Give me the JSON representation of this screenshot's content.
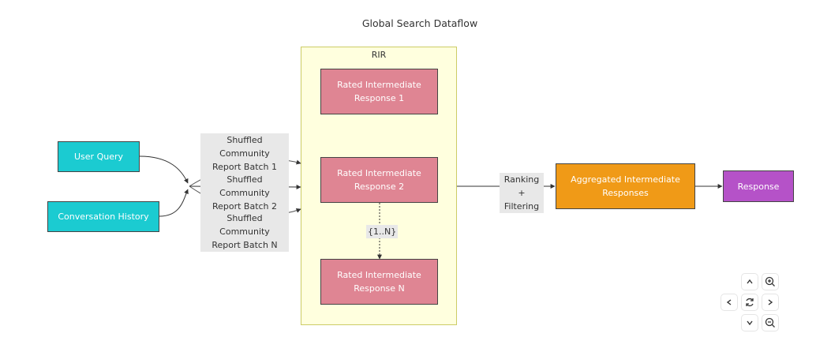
{
  "diagram": {
    "title": "Global Search Dataflow",
    "subgraph": {
      "label": "RIR"
    },
    "nodes": {
      "user_query": "User Query",
      "conversation_history": "Conversation History",
      "rir1_l1": "Rated Intermediate",
      "rir1_l2": "Response 1",
      "rir2_l1": "Rated Intermediate",
      "rir2_l2": "Response 2",
      "rirn_l1": "Rated Intermediate",
      "rirn_l2": "Response N",
      "aggregated_l1": "Aggregated Intermediate",
      "aggregated_l2": "Responses",
      "response": "Response"
    },
    "edge_labels": {
      "batch1_l1": "Shuffled Community",
      "batch1_l2": "Report Batch 1",
      "batch2_l1": "Shuffled Community",
      "batch2_l2": "Report Batch 2",
      "batchn_l1": "Shuffled Community",
      "batchn_l2": "Report Batch N",
      "range": "{1..N}",
      "ranking_l1": "Ranking +",
      "ranking_l2": "Filtering"
    },
    "colors": {
      "input": "#1bcbd1",
      "rated": "#df8593",
      "aggregated": "#f09a17",
      "response": "#b552c8",
      "subgraph_fill": "#ffffde"
    }
  },
  "controls": {
    "pan_up": "^",
    "pan_down": "v",
    "pan_left": "<",
    "pan_right": ">",
    "reset": "reset",
    "zoom_in": "zoom in",
    "zoom_out": "zoom out"
  }
}
